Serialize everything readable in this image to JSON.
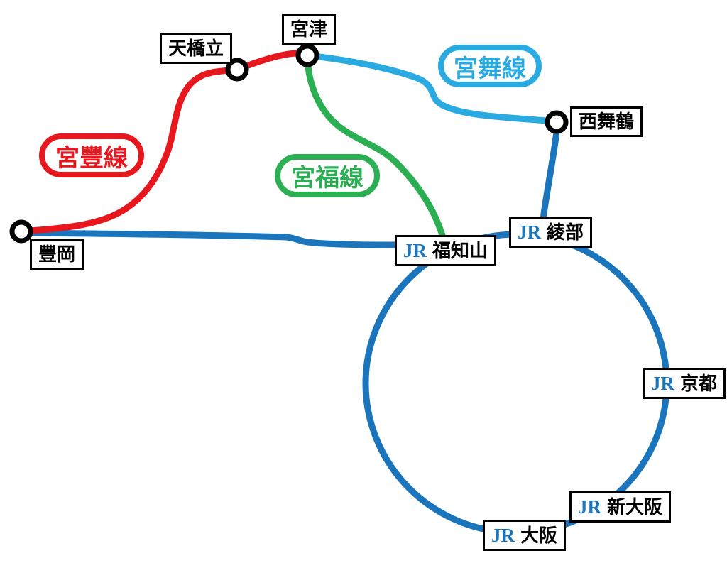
{
  "colors": {
    "red": "#E8161D",
    "green": "#2BAF52",
    "cyan": "#29ABE2",
    "blue": "#1B75BC",
    "station_marker": "#000000"
  },
  "lines": {
    "miyatoyo": {
      "name": "宮豐線",
      "color": "#E8161D",
      "stations": [
        "豐岡",
        "天橋立",
        "宮津"
      ]
    },
    "miyafuku": {
      "name": "宮福線",
      "color": "#2BAF52",
      "stations": [
        "宮津",
        "福知山"
      ]
    },
    "miyamai": {
      "name": "宮舞線",
      "color": "#29ABE2",
      "stations": [
        "宮津",
        "西舞鶴"
      ]
    },
    "jr": {
      "prefix": "JR",
      "color": "#1B75BC",
      "stations": [
        "豐岡",
        "福知山",
        "綾部",
        "西舞鶴",
        "京都",
        "新大阪",
        "大阪"
      ]
    }
  },
  "stations": {
    "miyazu": {
      "name": "宮津"
    },
    "amanohashidate": {
      "name": "天橋立"
    },
    "nishimaizuru": {
      "name": "西舞鶴"
    },
    "toyooka": {
      "name": "豐岡"
    },
    "fukuchiyama": {
      "jr": "JR",
      "name": "福知山"
    },
    "ayabe": {
      "jr": "JR",
      "name": "綾部"
    },
    "kyoto": {
      "jr": "JR",
      "name": "京都"
    },
    "shinosaka": {
      "jr": "JR",
      "name": "新大阪"
    },
    "osaka": {
      "jr": "JR",
      "name": "大阪"
    }
  }
}
